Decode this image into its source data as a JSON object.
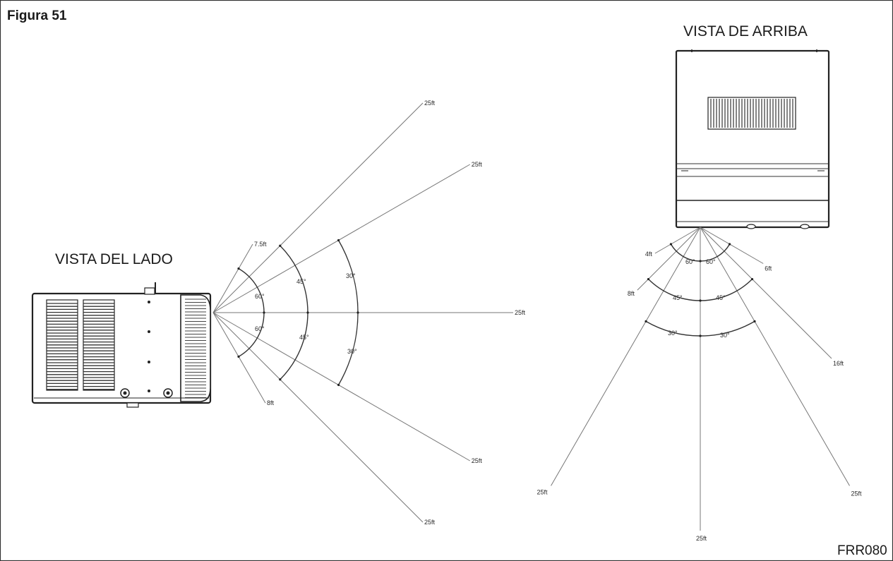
{
  "figure_label": "Figura 51",
  "figure_code": "FRR080",
  "side_view": {
    "title": "VISTA DEL LADO",
    "rays": [
      {
        "angle_deg": -60,
        "length_label": "7.5ft"
      },
      {
        "angle_deg": -45,
        "length_label": "25ft"
      },
      {
        "angle_deg": -30,
        "length_label": "25ft"
      },
      {
        "angle_deg": 0,
        "length_label": "25ft"
      },
      {
        "angle_deg": 30,
        "length_label": "25ft"
      },
      {
        "angle_deg": 45,
        "length_label": "25ft"
      },
      {
        "angle_deg": 60,
        "length_label": "8ft"
      }
    ],
    "angle_labels": [
      {
        "text": "60°",
        "side": "upper",
        "deg": 60
      },
      {
        "text": "45°",
        "side": "upper",
        "deg": 45
      },
      {
        "text": "30°",
        "side": "upper",
        "deg": 30
      },
      {
        "text": "60°",
        "side": "lower",
        "deg": 60
      },
      {
        "text": "45°",
        "side": "lower",
        "deg": 45
      },
      {
        "text": "30°",
        "side": "lower",
        "deg": 30
      }
    ]
  },
  "top_view": {
    "title": "VISTA DE ARRIBA",
    "rays": [
      {
        "angle_deg": -60,
        "length_label": "4ft"
      },
      {
        "angle_deg": -45,
        "length_label": "8ft"
      },
      {
        "angle_deg": -30,
        "length_label": "25ft"
      },
      {
        "angle_deg": 0,
        "length_label": "25ft"
      },
      {
        "angle_deg": 30,
        "length_label": "25ft"
      },
      {
        "angle_deg": 45,
        "length_label": "16ft"
      },
      {
        "angle_deg": 60,
        "length_label": "6ft"
      }
    ],
    "angle_labels": [
      {
        "text": "60°",
        "side": "left",
        "deg": 60
      },
      {
        "text": "60°",
        "side": "right",
        "deg": 60
      },
      {
        "text": "45°",
        "side": "left",
        "deg": 45
      },
      {
        "text": "45°",
        "side": "right",
        "deg": 45
      },
      {
        "text": "30°",
        "side": "left",
        "deg": 30
      },
      {
        "text": "30°",
        "side": "right",
        "deg": 30
      }
    ]
  }
}
